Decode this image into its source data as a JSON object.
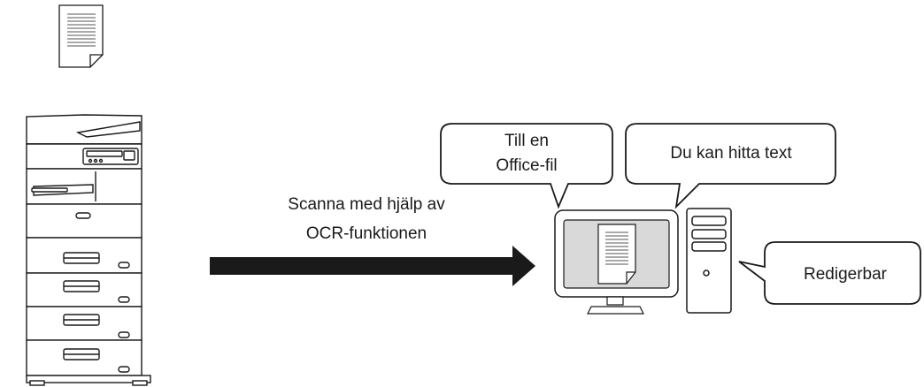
{
  "arrow_caption": {
    "line1": "Scanna med hjälp av",
    "line2": "OCR-funktionen"
  },
  "bubbles": {
    "office_file": {
      "line1": "Till en",
      "line2": "Office-fil"
    },
    "find_text": "Du kan hitta text",
    "editable": "Redigerbar"
  },
  "icons": {
    "document": "document-icon",
    "printer": "multifunction-printer-icon",
    "arrow": "arrow-right-icon",
    "monitor": "monitor-icon",
    "tower": "computer-tower-icon"
  },
  "colors": {
    "stroke": "#1a1a1a",
    "arrow": "#1a1a1a",
    "screen": "#d9d9d9",
    "paper": "#ffffff"
  }
}
